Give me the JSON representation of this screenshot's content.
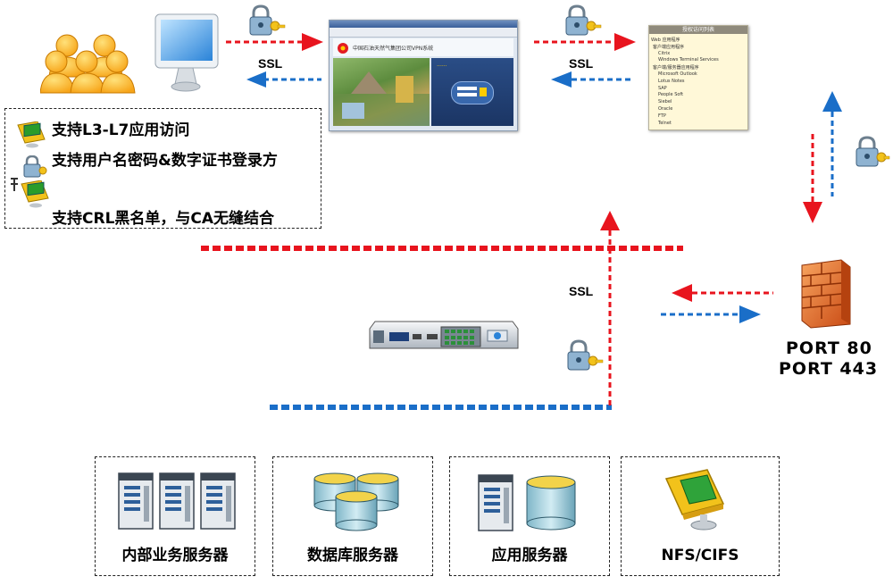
{
  "ssl_labels": {
    "top_left": "SSL",
    "top_right": "SSL",
    "middle": "SSL"
  },
  "features": {
    "items": [
      "支持L3-L7应用访问",
      "支持用户名密码&数字证书登录方",
      "支持CRL黑名单，与CA无缝结合"
    ]
  },
  "firewall": {
    "port1": "PORT  80",
    "port2": "PORT  443"
  },
  "servers": [
    {
      "label": "内部业务服务器"
    },
    {
      "label": "数据库服务器"
    },
    {
      "label": "应用服务器"
    },
    {
      "label": "NFS/CIFS"
    }
  ],
  "vpn_portal": {
    "title": "中国石油天然气集团公司VPN系统",
    "subtitle": "······"
  },
  "app_list": {
    "header": "授权访问列表",
    "items": [
      "Web 应用程序",
      "客户端应用程序",
      "Citrix",
      "Windows Terminal Services",
      "客户端/服务器应用程序",
      "Microsoft Outlook",
      "Lotus Notes",
      "SAP",
      "People Soft",
      "Siebel",
      "Oracle",
      "FTP",
      "Telnet"
    ]
  },
  "colors": {
    "red": "#e8141e",
    "blue": "#1a6ec8",
    "accent_orange": "#f7a519"
  }
}
